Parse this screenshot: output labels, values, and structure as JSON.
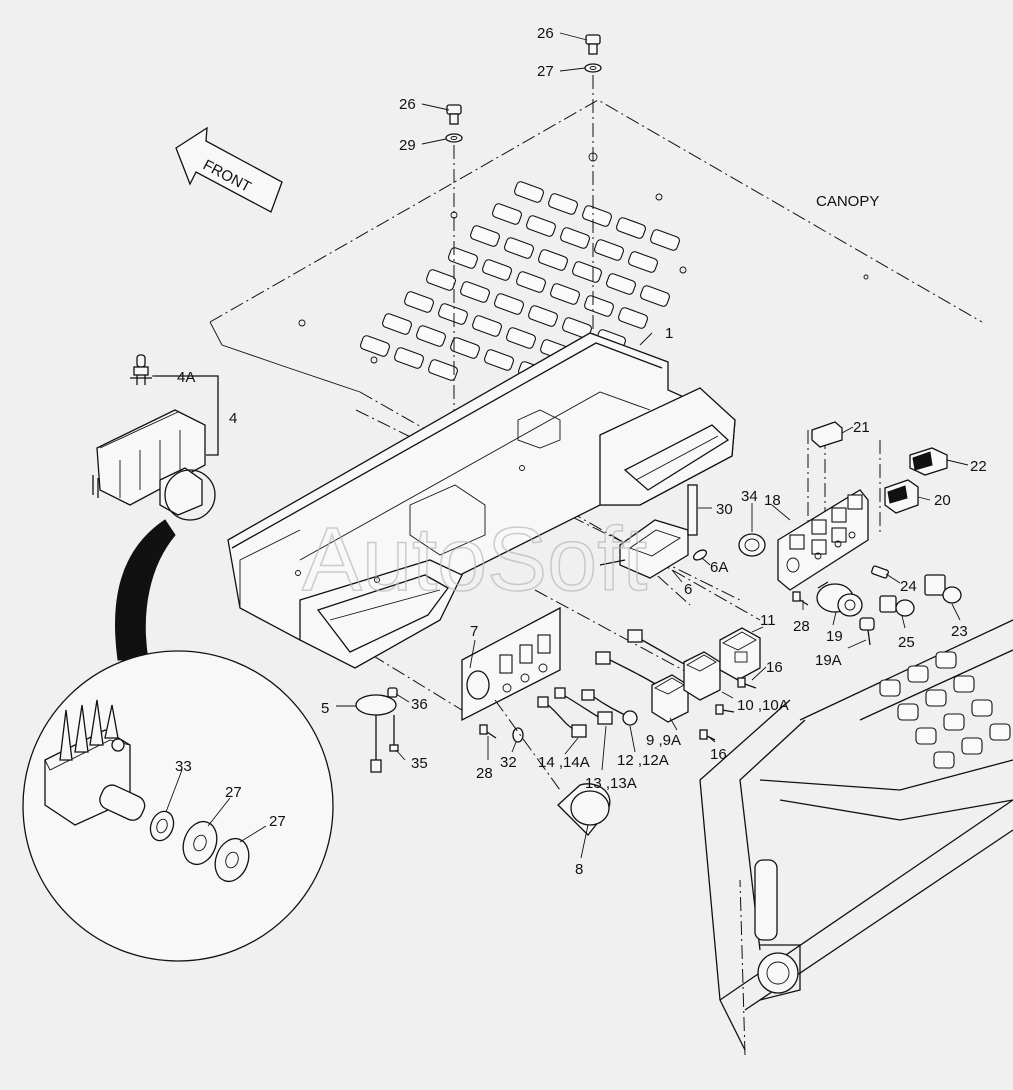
{
  "diagram": {
    "front_label": "FRONT",
    "canopy_label": "CANOPY",
    "watermark": "AutoSoft",
    "callouts": {
      "c26a": "26",
      "c27a": "27",
      "c26b": "26",
      "c29": "29",
      "c4A": "4A",
      "c4": "4",
      "c1": "1",
      "c21": "21",
      "c22": "22",
      "c20": "20",
      "c30": "30",
      "c34": "34",
      "c18": "18",
      "c6A": "6A",
      "c6": "6",
      "c24": "24",
      "c11": "11",
      "c16a": "16",
      "c28a": "28",
      "c19": "19",
      "c25": "25",
      "c23": "23",
      "c19A": "19A",
      "c10": "10 ,10A",
      "c7": "7",
      "c5": "5",
      "c36": "36",
      "c9": "9 ,9A",
      "c16b": "16",
      "c28b": "28",
      "c32": "32",
      "c14": "14 ,14A",
      "c12": "12 ,12A",
      "c35": "35",
      "c13": "13 ,13A",
      "c33": "33",
      "c27b": "27",
      "c27c": "27",
      "c8": "8"
    }
  }
}
